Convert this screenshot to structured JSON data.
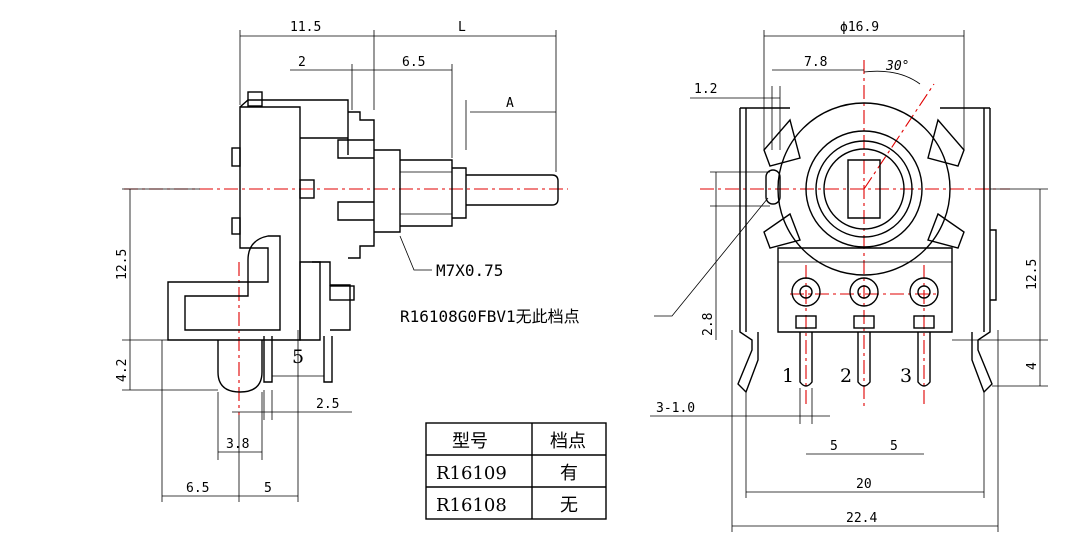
{
  "dims": {
    "d_11_5": "11.5",
    "d_L": "L",
    "d_2": "2",
    "d_6_5_top": "6.5",
    "d_A": "A",
    "d_12_5_left": "12.5",
    "d_4_2": "4.2",
    "d_5_left": "5",
    "d_2_5": "2.5",
    "d_3_8": "3.8",
    "d_6_5_bot": "6.5",
    "d_5_bot": "5",
    "d_phi": "ϕ16.9",
    "d_7_8": "7.8",
    "d_30": "30°",
    "d_1_2": "1.2",
    "d_12_5_right": "12.5",
    "d_2_8": "2.8",
    "d_4_right": "4",
    "d_3_1_0": "3-1.0",
    "d_5_a": "5",
    "d_5_b": "5",
    "d_20": "20",
    "d_22_4": "22.4"
  },
  "labels": {
    "thread": "M7X0.75",
    "detent_note": "R16108G0FBV1无此档点",
    "pin1": "1",
    "pin2": "2",
    "pin3": "3"
  },
  "table": {
    "header": [
      "型号",
      "档点"
    ],
    "rows": [
      [
        "R16109",
        "有"
      ],
      [
        "R16108",
        "无"
      ]
    ]
  }
}
